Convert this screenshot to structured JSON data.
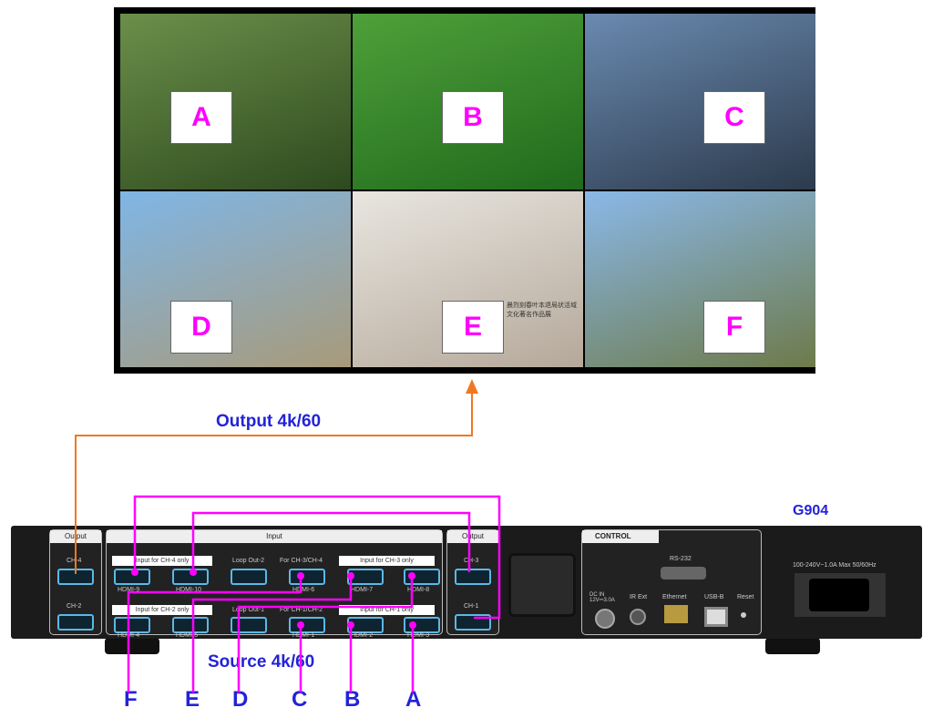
{
  "screen": {
    "tiles": [
      {
        "label": "A",
        "colors": [
          "#6b8f4a",
          "#2d4a1e"
        ]
      },
      {
        "label": "B",
        "colors": [
          "#4fa03a",
          "#1f6a1c"
        ]
      },
      {
        "label": "C",
        "colors": [
          "#6a8ab0",
          "#2c3a4c"
        ]
      },
      {
        "label": "D",
        "colors": [
          "#7fb6e6",
          "#a89a7a"
        ]
      },
      {
        "label": "E",
        "colors": [
          "#e8e6e0",
          "#b5a89a"
        ]
      },
      {
        "label": "F",
        "colors": [
          "#8ab8e8",
          "#6d7a4a"
        ]
      }
    ],
    "caption_text": "晨烈刻春叶本退局状活域 文化著名作品展"
  },
  "output_label": "Output 4k/60",
  "source_label": "Source 4k/60",
  "model": "G904",
  "sources": [
    "F",
    "E",
    "D",
    "C",
    "B",
    "A"
  ],
  "device": {
    "output_left": {
      "title": "Output",
      "ports": [
        "CH-4",
        "CH-2"
      ]
    },
    "input": {
      "title": "Input",
      "top": {
        "hdmi": [
          "HDMI-9",
          "HDMI-10",
          "HDMI-6",
          "HDMI-7",
          "HDMI-8"
        ],
        "loop": "Loop Out-2",
        "for": "For CH-3/CH-4",
        "only_a": "Input for CH-4 only",
        "only_b": "Input for CH-3 only"
      },
      "bottom": {
        "hdmi": [
          "HDMI-4",
          "HDMI-5",
          "HDMI-1",
          "HDMI-2",
          "HDMI-3"
        ],
        "loop": "Loop Out-1",
        "for": "For CH-1/CH-2",
        "only_a": "Input for CH-2 only",
        "only_b": "Input for CH-1 only"
      }
    },
    "output_right": {
      "title": "Output",
      "ports": [
        "CH-3",
        "CH-1"
      ]
    },
    "control": {
      "title": "CONTROL",
      "rs232": "RS-232",
      "dcin": "DC IN 12V⎓3.0A",
      "ir": "IR Ext",
      "ethernet": "Ethernet",
      "usb": "USB-B",
      "reset": "Reset"
    },
    "power": "100-240V~1.0A Max 50/60Hz"
  },
  "colors": {
    "wire": "#ff00ff",
    "output_wire": "#f07820",
    "text": "#2323d8"
  }
}
